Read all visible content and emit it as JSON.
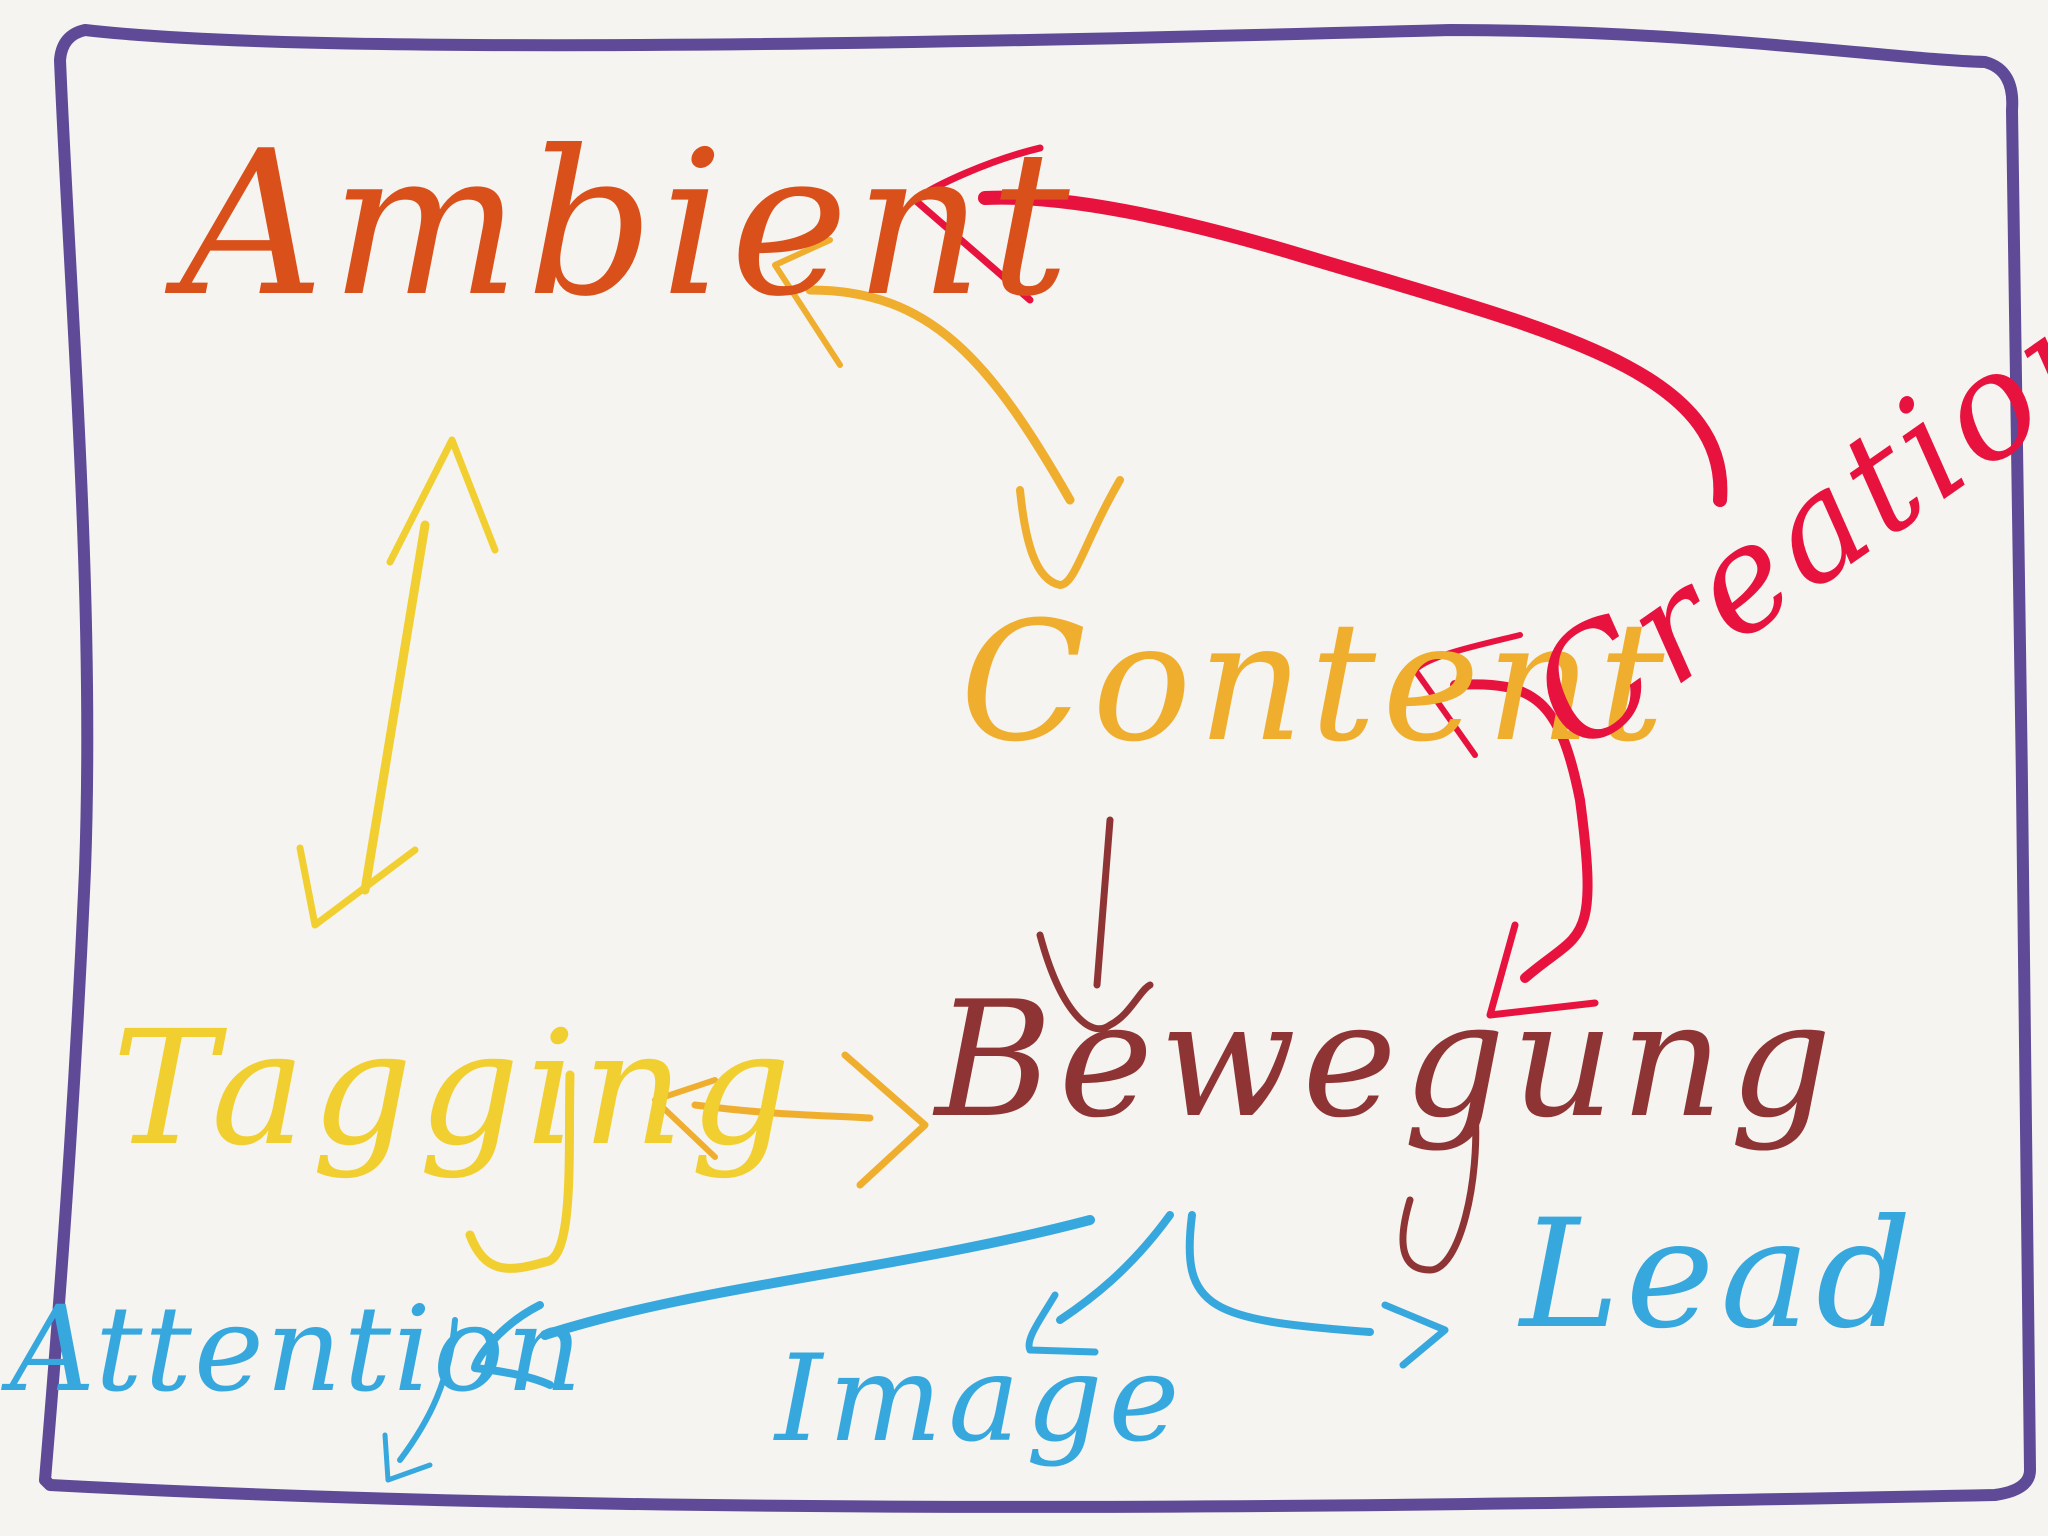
{
  "colors": {
    "background": "#f5f4f0",
    "frame": "#5e4a96",
    "ambient": "#d9501b",
    "content": "#f0ae2e",
    "bewegung": "#8f3434",
    "tagging": "#f2cf30",
    "creation": "#e8123f",
    "attention_image_lead": "#37a8dd"
  },
  "words": {
    "ambient": "Ambient",
    "content": "Content",
    "bewegung": "Bewegung",
    "tagging": "Tagging",
    "creation": "Creation",
    "attention": "Attention",
    "image": "Image",
    "lead": "Lead"
  }
}
